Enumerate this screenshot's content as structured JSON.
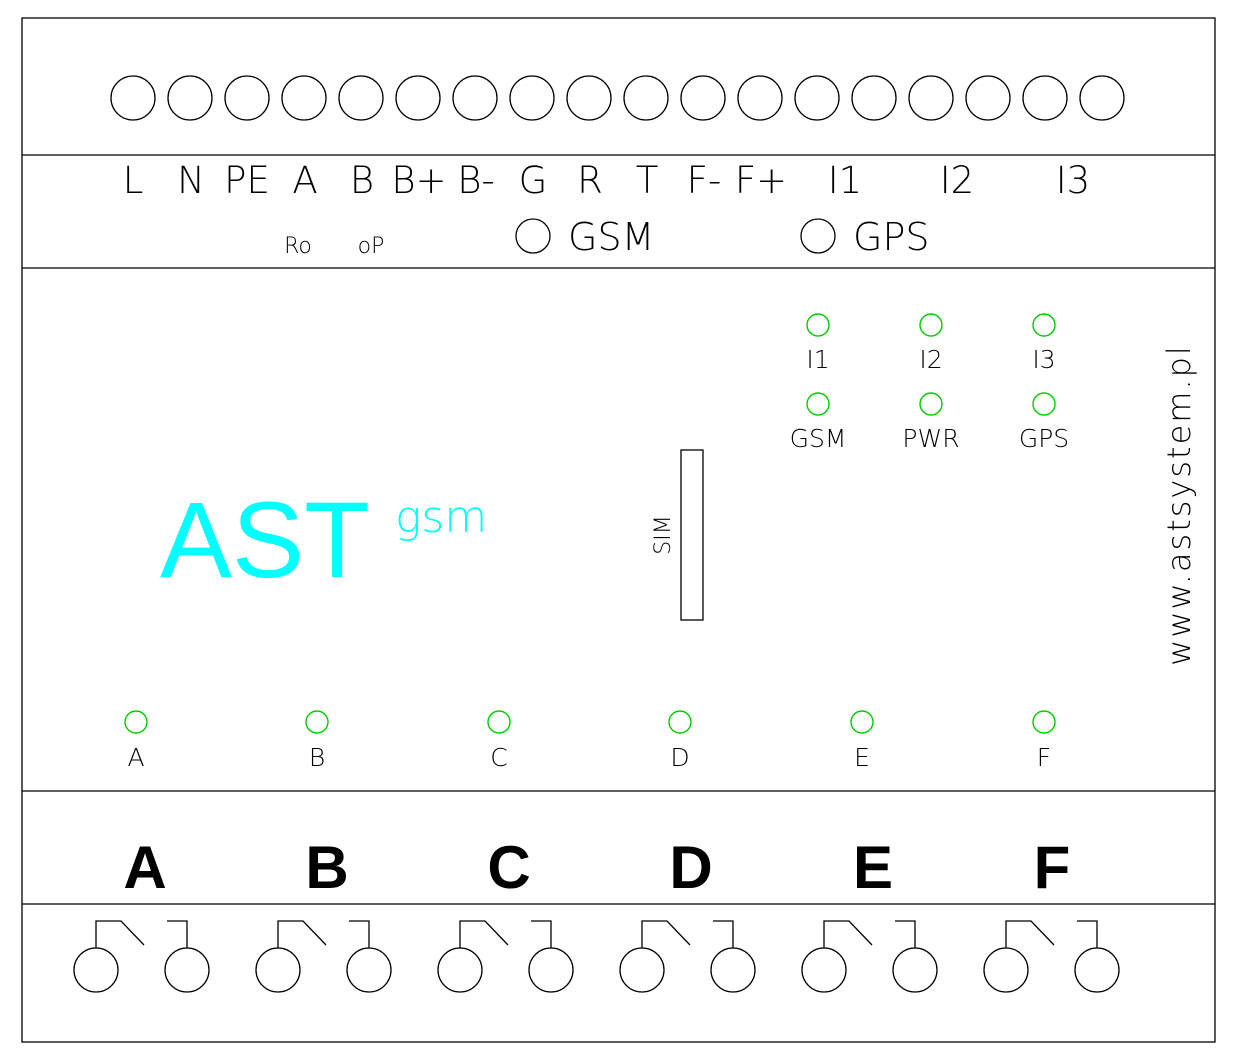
{
  "colors": {
    "line": "#000000",
    "brand": "#00ffff",
    "led": "#00cc00"
  },
  "top_terminals": {
    "count": 18,
    "labels": [
      "L",
      "N",
      "PE",
      "A",
      "B",
      "B+",
      "B-",
      "G",
      "R",
      "T",
      "F-",
      "F+",
      "I1",
      "I2",
      "I3"
    ]
  },
  "sub_labels": {
    "ro": "Ro",
    "op": "oP",
    "gsm_antenna": "GSM",
    "gps_antenna": "GPS"
  },
  "brand": {
    "name": "AST",
    "suffix": "gsm"
  },
  "sim_label": "SIM",
  "website": "www.astsystem.pl",
  "status_leds": [
    "I1",
    "I2",
    "I3",
    "GSM",
    "PWR",
    "GPS"
  ],
  "output_leds": [
    "A",
    "B",
    "C",
    "D",
    "E",
    "F"
  ],
  "relays": [
    "A",
    "B",
    "C",
    "D",
    "E",
    "F"
  ]
}
